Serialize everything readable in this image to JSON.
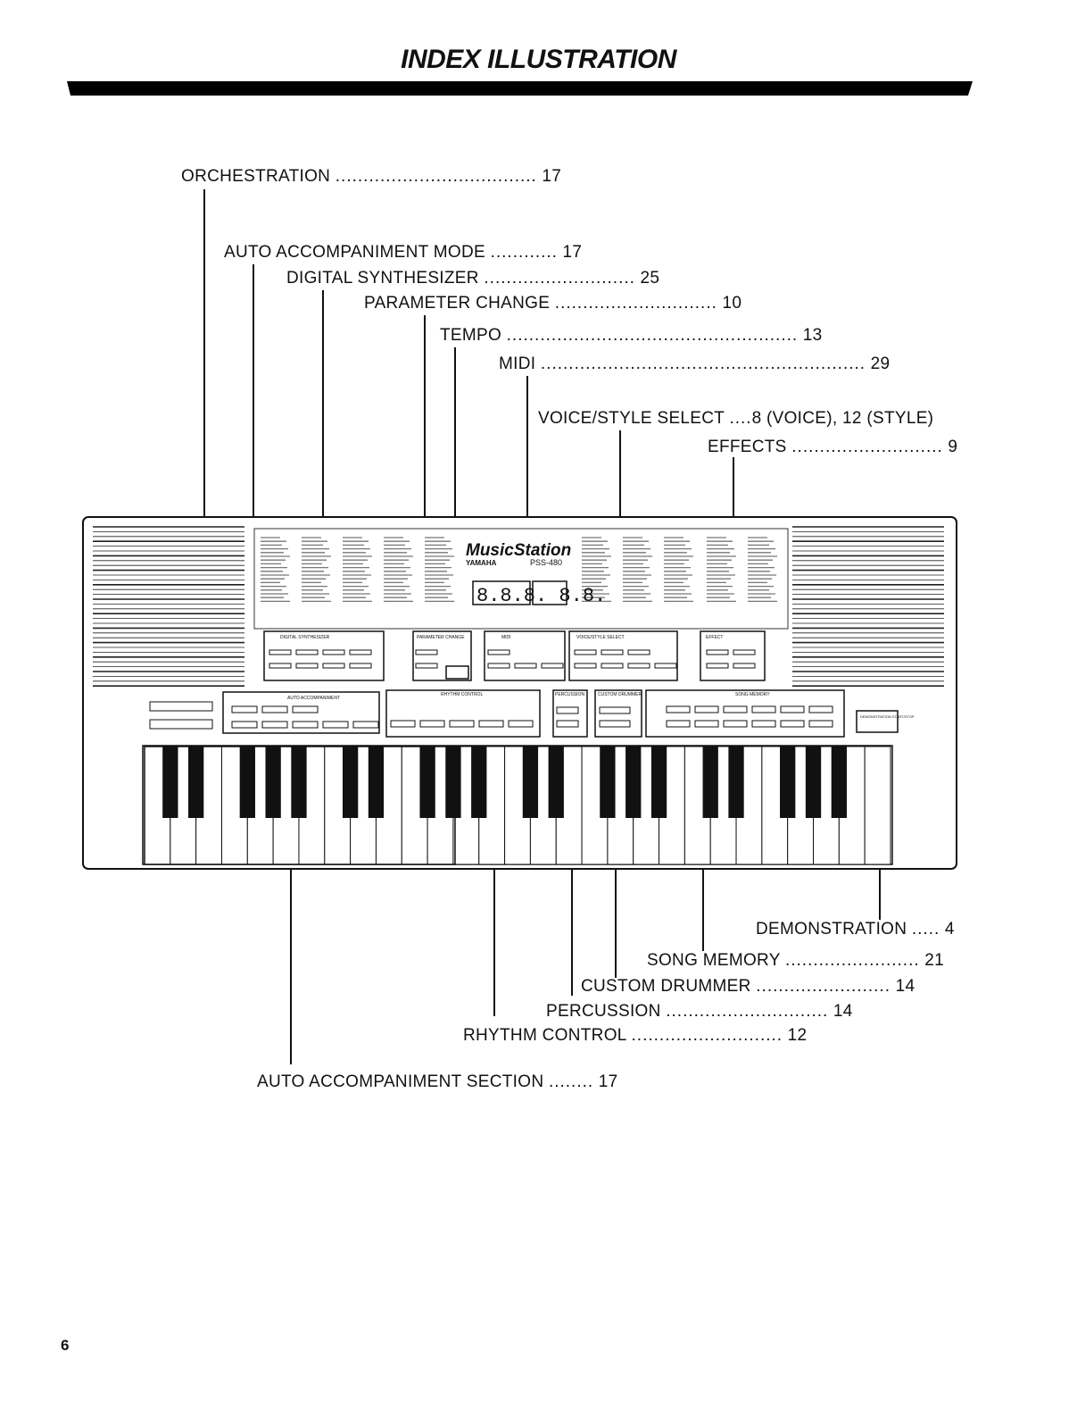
{
  "page": {
    "title": "INDEX ILLUSTRATION",
    "page_number": "6"
  },
  "labels": [
    {
      "name": "orchestration",
      "text": "ORCHESTRATION",
      "dots": "....................................",
      "page": "17"
    },
    {
      "name": "auto-accompaniment-mode",
      "text": "AUTO ACCOMPANIMENT MODE",
      "dots": "............",
      "page": "17"
    },
    {
      "name": "digital-synthesizer",
      "text": "DIGITAL SYNTHESIZER",
      "dots": "...........................",
      "page": "25"
    },
    {
      "name": "parameter-change",
      "text": "PARAMETER CHANGE",
      "dots": ".............................",
      "page": "10"
    },
    {
      "name": "tempo",
      "text": "TEMPO",
      "dots": "....................................................",
      "page": "13"
    },
    {
      "name": "midi",
      "text": "MIDI",
      "dots": "..........................................................",
      "page": "29"
    },
    {
      "name": "voice-style-select",
      "text": "VOICE/STYLE SELECT",
      "dots": "....",
      "page": "8 (VOICE), 12 (STYLE)"
    },
    {
      "name": "effects",
      "text": "EFFECTS",
      "dots": "...........................",
      "page": "9"
    },
    {
      "name": "demonstration",
      "text": "DEMONSTRATION",
      "dots": ".....",
      "page": "4"
    },
    {
      "name": "song-memory",
      "text": "SONG MEMORY",
      "dots": "........................",
      "page": "21"
    },
    {
      "name": "custom-drummer",
      "text": "CUSTOM DRUMMER",
      "dots": "........................",
      "page": "14"
    },
    {
      "name": "percussion",
      "text": "PERCUSSION",
      "dots": ".............................",
      "page": "14"
    },
    {
      "name": "rhythm-control",
      "text": "RHYTHM CONTROL",
      "dots": "...........................",
      "page": "12"
    },
    {
      "name": "auto-accompaniment-section",
      "text": "AUTO ACCOMPANIMENT SECTION",
      "dots": "........",
      "page": "17"
    }
  ],
  "keyboard": {
    "logo": "MusicStation",
    "brand": "YAMAHA",
    "model": "PSS-480",
    "display_digits": "8.8.8. 8.8.",
    "panel_sections": {
      "digital_synthesizer": "DIGITAL SYNTHESIZER",
      "parameter_change": "PARAMETER CHANGE",
      "midi": "MIDI",
      "voice_style_select": "VOICE/STYLE SELECT",
      "effect": "EFFECT",
      "auto_accompaniment": "AUTO ACCOMPANIMENT",
      "rhythm_control": "RHYTHM CONTROL",
      "percussion": "PERCUSSION",
      "custom_drummer": "CUSTOM DRUMMER",
      "song_memory": "SONG MEMORY",
      "demonstration": "DEMONSTRATION START/STOP"
    }
  }
}
